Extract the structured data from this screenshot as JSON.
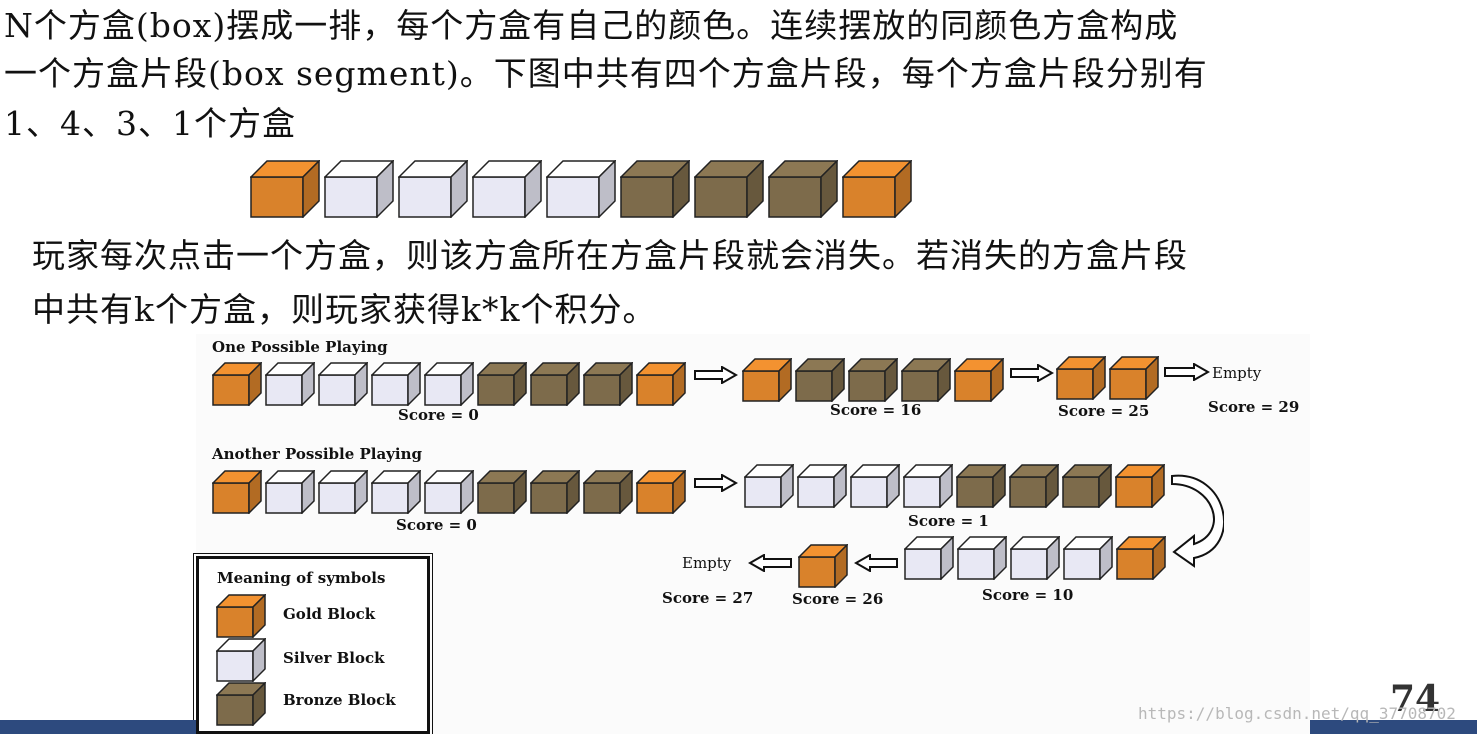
{
  "slide": {
    "line1": "N个方盒(box)摆成一排，每个方盒有自己的颜色。连续摆放的同颜色方盒构成",
    "line2": "一个方盒片段(box segment)。下图中共有四个方盒片段，每个方盒片段分别有",
    "line3": "1、4、3、1个方盒",
    "line4": "玩家每次点击一个方盒，则该方盒所在方盒片段就会消失。若消失的方盒片段",
    "line5": "中共有k个方盒，则玩家获得k*k个积分。",
    "page_number": "74",
    "watermark": "https://blog.csdn.net/qq_37708702"
  },
  "colors": {
    "gold": "#d9822b",
    "silver": "#e8e8f4",
    "bronze": "#7d6b4b",
    "footer_bar": "#2d4a7e"
  },
  "top_row": [
    "gold",
    "silver",
    "silver",
    "silver",
    "silver",
    "bronze",
    "bronze",
    "bronze",
    "gold"
  ],
  "figure": {
    "title_one": "One Possible Playing",
    "title_another": "Another Possible Playing",
    "one": {
      "row1": [
        "gold",
        "silver",
        "silver",
        "silver",
        "silver",
        "bronze",
        "bronze",
        "bronze",
        "gold"
      ],
      "row2": [
        "gold",
        "bronze",
        "bronze",
        "bronze",
        "gold"
      ],
      "row3": [
        "gold",
        "gold"
      ],
      "score0": "Score = 0",
      "score16": "Score = 16",
      "score25": "Score = 25",
      "empty": "Empty",
      "score29": "Score = 29"
    },
    "another": {
      "row1": [
        "gold",
        "silver",
        "silver",
        "silver",
        "silver",
        "bronze",
        "bronze",
        "bronze",
        "gold"
      ],
      "row2": [
        "silver",
        "silver",
        "silver",
        "silver",
        "bronze",
        "bronze",
        "bronze",
        "gold"
      ],
      "row3": [
        "silver",
        "silver",
        "silver",
        "silver",
        "gold"
      ],
      "row4": [
        "gold"
      ],
      "score0": "Score = 0",
      "score1": "Score = 1",
      "score10": "Score = 10",
      "score26": "Score = 26",
      "score27": "Score = 27",
      "empty": "Empty"
    },
    "legend": {
      "title": "Meaning of symbols",
      "items": [
        {
          "color": "gold",
          "label": "Gold Block"
        },
        {
          "color": "silver",
          "label": "Silver Block"
        },
        {
          "color": "bronze",
          "label": "Bronze Block"
        }
      ]
    }
  }
}
